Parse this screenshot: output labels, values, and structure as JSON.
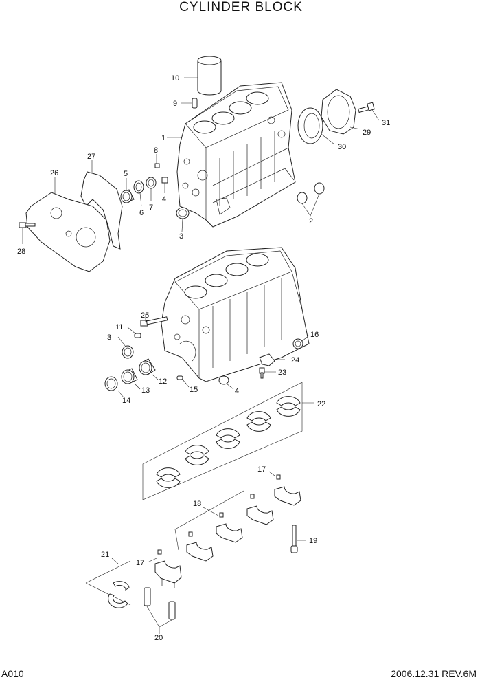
{
  "title": "CYLINDER BLOCK",
  "footer": {
    "page_code": "A010",
    "date_rev": "2006.12.31 REV.6M"
  },
  "callouts": {
    "c10": "10",
    "c9": "9",
    "c1": "1",
    "c8": "8",
    "c27": "27",
    "c26": "26",
    "c5": "5",
    "c6": "6",
    "c7": "7",
    "c4a": "4",
    "c28": "28",
    "c3a": "3",
    "c2": "2",
    "c30": "30",
    "c29": "29",
    "c31": "31",
    "c25": "25",
    "c11": "11",
    "c3b": "3",
    "c16": "16",
    "c24": "24",
    "c23": "23",
    "c12": "12",
    "c13": "13",
    "c14": "14",
    "c15": "15",
    "c4b": "4",
    "c22": "22",
    "c17a": "17",
    "c18": "18",
    "c19": "19",
    "c21": "21",
    "c17b": "17",
    "c20": "20"
  }
}
